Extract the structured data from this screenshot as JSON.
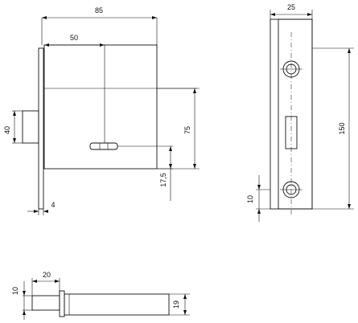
{
  "colors": {
    "line": "#111111",
    "background": "#ffffff"
  },
  "front_view": {
    "dim_width": "85",
    "dim_backset": "50",
    "dim_bolt_height": "40",
    "dim_cylinder_height": "75",
    "dim_key_offset": "17,5",
    "dim_faceplate_thickness": "4"
  },
  "side_view": {
    "dim_faceplate_width": "25",
    "dim_faceplate_height": "150",
    "dim_hole_offset": "10"
  },
  "bolt_view": {
    "dim_bolt_length": "20",
    "dim_bolt_thickness": "10",
    "dim_bolt_diameter": "19"
  }
}
